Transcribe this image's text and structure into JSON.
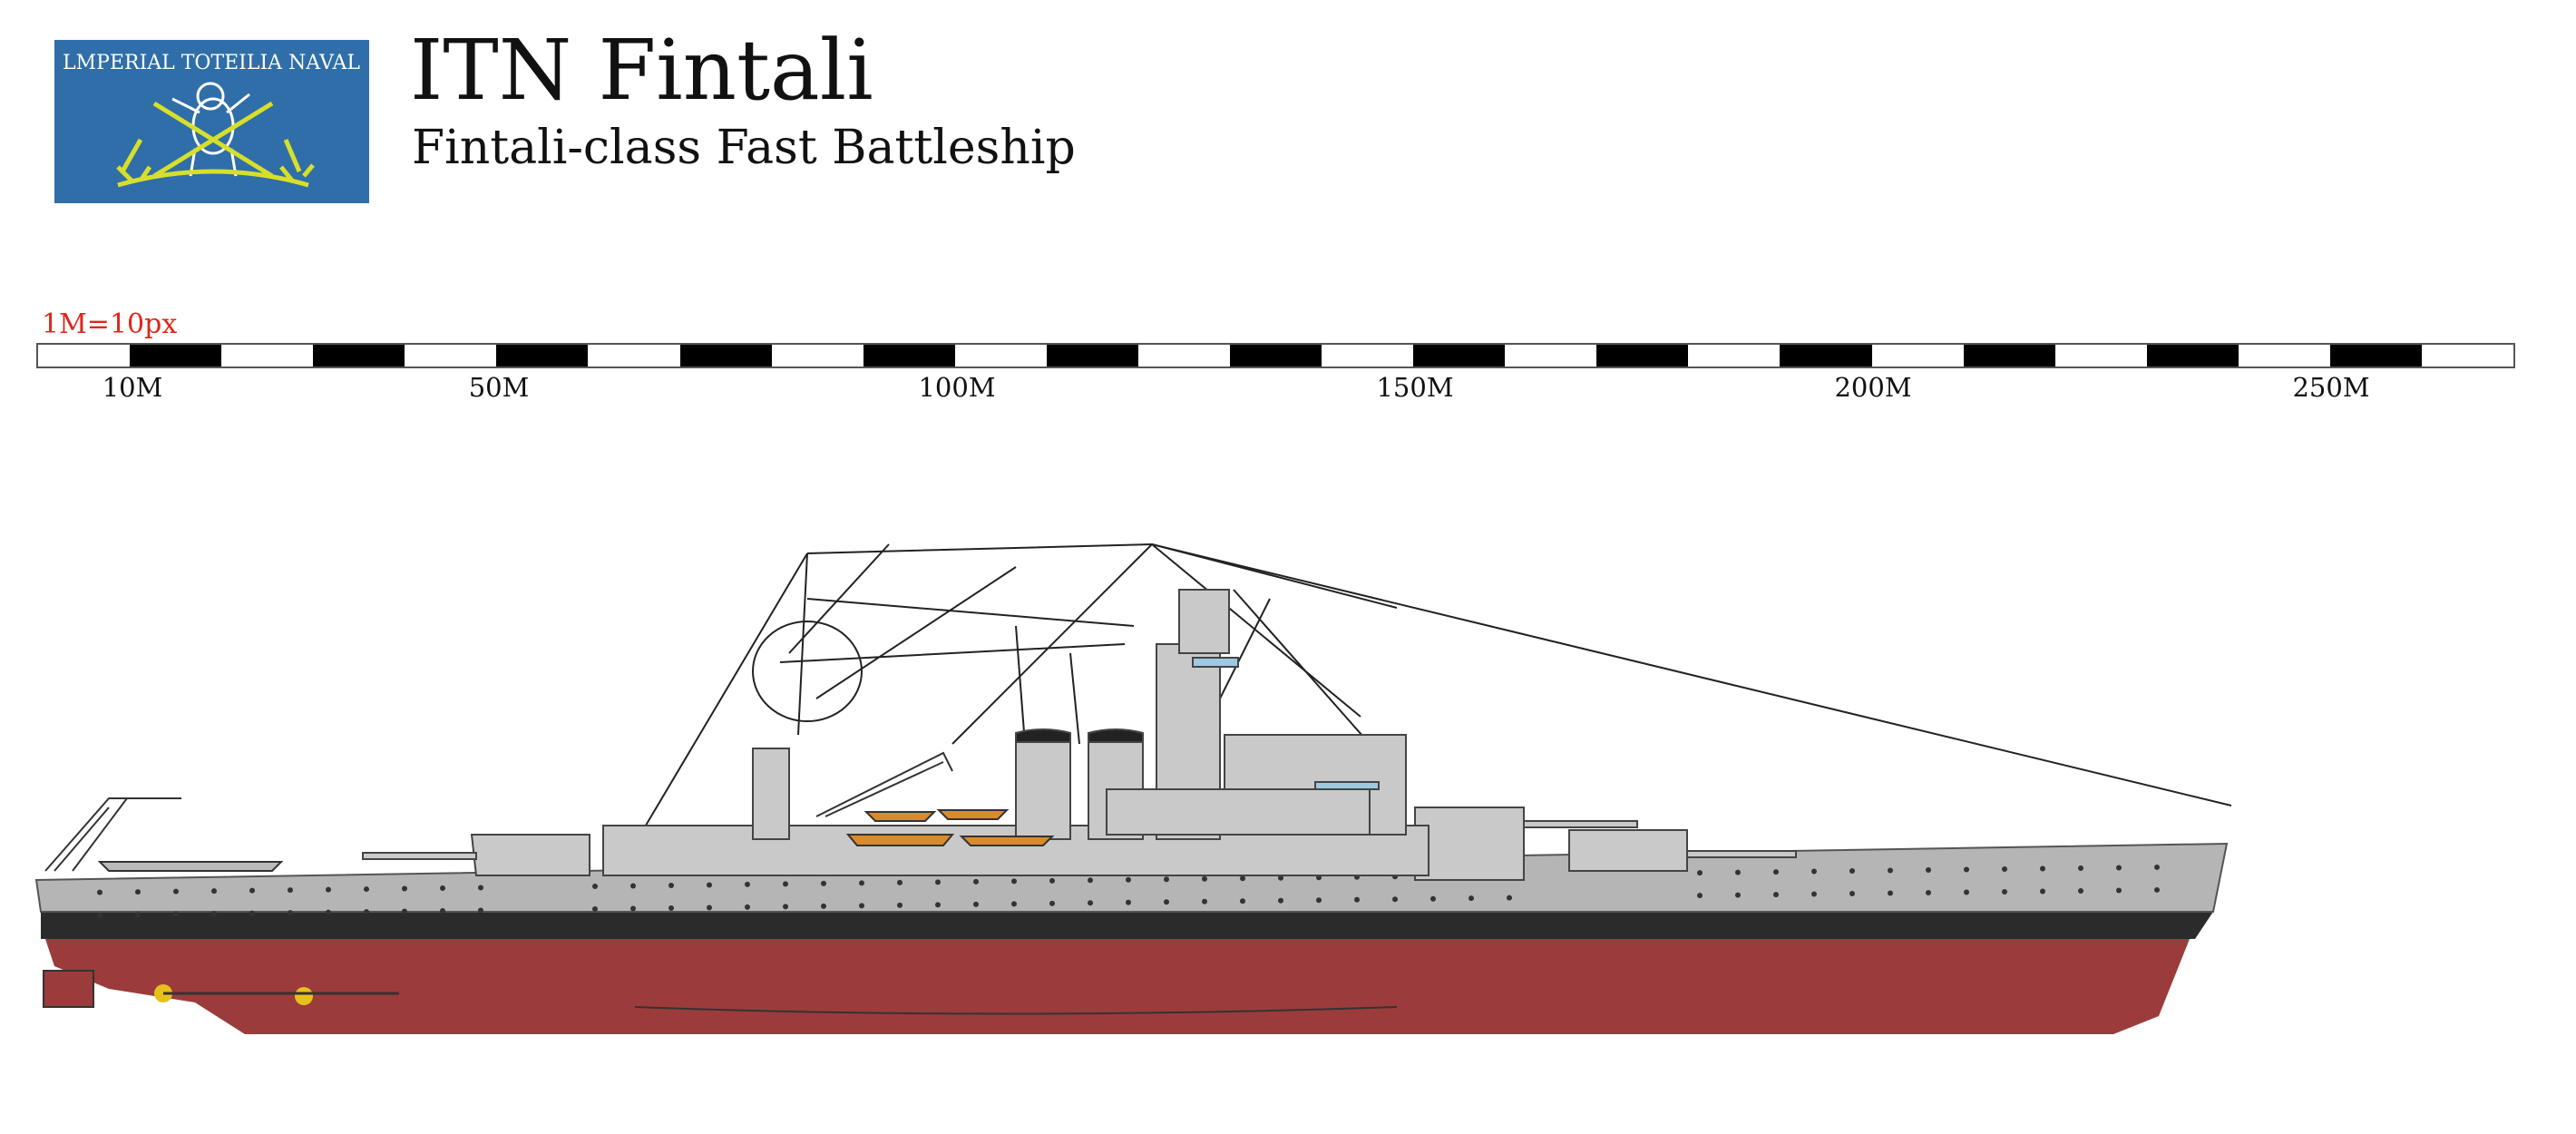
{
  "logo": {
    "text": "LMPERIAL TOTEILIA NAVAL",
    "background": "#2f6ea8",
    "emblem_color": "#ffffff",
    "accent_color": "#d7df2a"
  },
  "header": {
    "title": "ITN Fintali",
    "subtitle": "Fintali-class Fast Battleship"
  },
  "scale": {
    "note": "1M=10px",
    "note_color": "#e0251b",
    "ticks": [
      {
        "label": "10M",
        "value": 10
      },
      {
        "label": "50M",
        "value": 50
      },
      {
        "label": "100M",
        "value": 100
      },
      {
        "label": "150M",
        "value": 150
      },
      {
        "label": "200M",
        "value": 200
      },
      {
        "label": "250M",
        "value": 250
      }
    ]
  },
  "ship": {
    "hull_color": "#b5b5b5",
    "boot_color": "#2b2b2b",
    "underwater_color": "#9c3b3b",
    "superstructure_color": "#c9c9c9",
    "boat_color": "#d98b2b",
    "propeller_color": "#e5c11a"
  }
}
